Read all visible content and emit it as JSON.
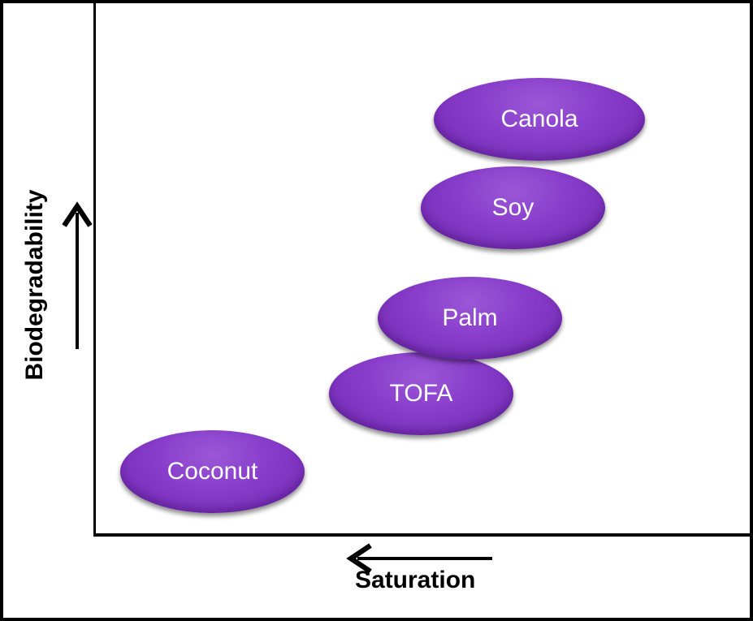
{
  "axes": {
    "x_label": "Saturation",
    "y_label": "Biodegradability",
    "x_arrow_direction": "left",
    "y_arrow_direction": "up"
  },
  "colors": {
    "oil_fill": "#8a3fcc",
    "oil_text": "#ffffff",
    "axis": "#000000"
  },
  "oils": [
    {
      "name": "Canola"
    },
    {
      "name": "Soy"
    },
    {
      "name": "Palm"
    },
    {
      "name": "TOFA"
    },
    {
      "name": "Coconut"
    }
  ]
}
